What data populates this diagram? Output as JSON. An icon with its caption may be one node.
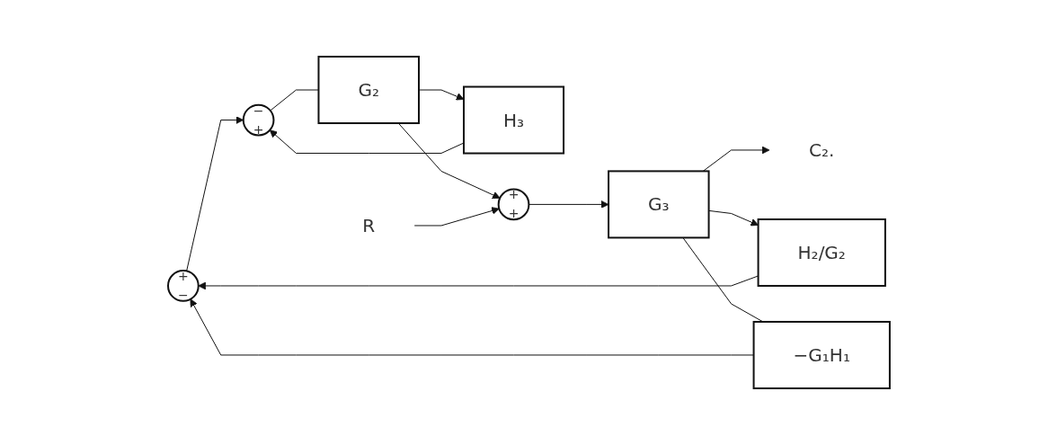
{
  "diagram": {
    "nodes": [
      {
        "text": [
          "+",
          "−"
        ]
      },
      {
        "text": [
          "H₃"
        ]
      },
      {
        "text": [
          "−",
          "+"
        ]
      },
      {
        "text": [
          "G₂"
        ]
      },
      {
        "text": [
          "R"
        ]
      },
      {
        "text": [
          "+",
          "+"
        ]
      },
      {
        "text": [
          "G₃"
        ]
      },
      {
        "text": [
          "C₂."
        ]
      },
      {
        "text": [
          "H₂/G₂"
        ]
      },
      {
        "text": [
          "−G₁H₁"
        ]
      }
    ],
    "edges": [
      {
        "from": 0,
        "to": 2,
        "arrow": "to"
      },
      {
        "from": 2,
        "to": 3,
        "arrow": "none"
      },
      {
        "from": 3,
        "to": 5,
        "arrow": "to"
      },
      {
        "from": 3,
        "to": 1,
        "arrow": "to"
      },
      {
        "from": 1,
        "to": 2,
        "arrow": "to"
      },
      {
        "from": 4,
        "to": 5,
        "arrow": "to"
      },
      {
        "from": 5,
        "to": 6,
        "arrow": "to"
      },
      {
        "from": 6,
        "to": 7,
        "arrow": "to"
      },
      {
        "from": 6,
        "to": 8,
        "arrow": "to"
      },
      {
        "from": 8,
        "to": 0,
        "arrow": "to"
      },
      {
        "from": 6,
        "to": 9,
        "arrow": "none"
      },
      {
        "from": 9,
        "to": 0,
        "arrow": "to"
      }
    ]
  }
}
